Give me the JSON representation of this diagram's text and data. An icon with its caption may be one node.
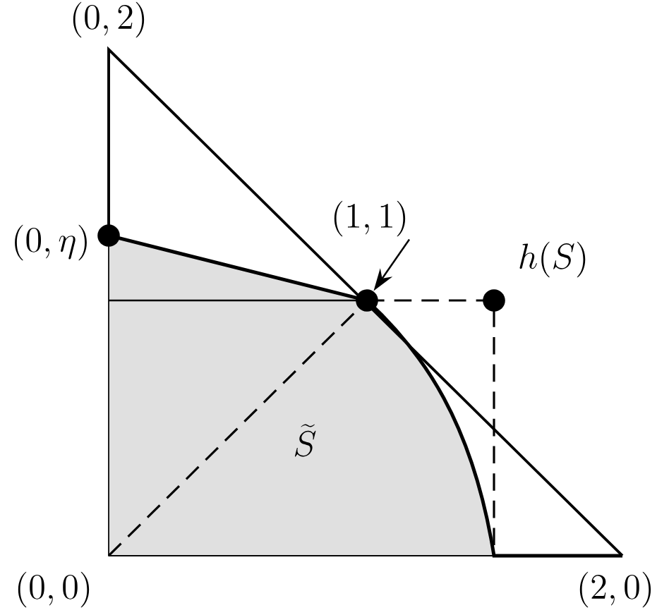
{
  "diagram": {
    "nodes": [
      {
        "text": [
          "(1,1)"
        ]
      },
      {
        "text": [],
        "shape": "circle"
      },
      {
        "text": [],
        "shape": "circle"
      },
      {
        "text": [],
        "shape": "circle"
      }
    ],
    "edges": [
      {
        "from": 0,
        "to": 2,
        "arrow": "to"
      }
    ],
    "labels": [
      "(0,2)",
      "(0,\\eta)",
      "h(S)",
      "\\widetilde{S}",
      "(0,0)",
      "(2,0)"
    ]
  }
}
